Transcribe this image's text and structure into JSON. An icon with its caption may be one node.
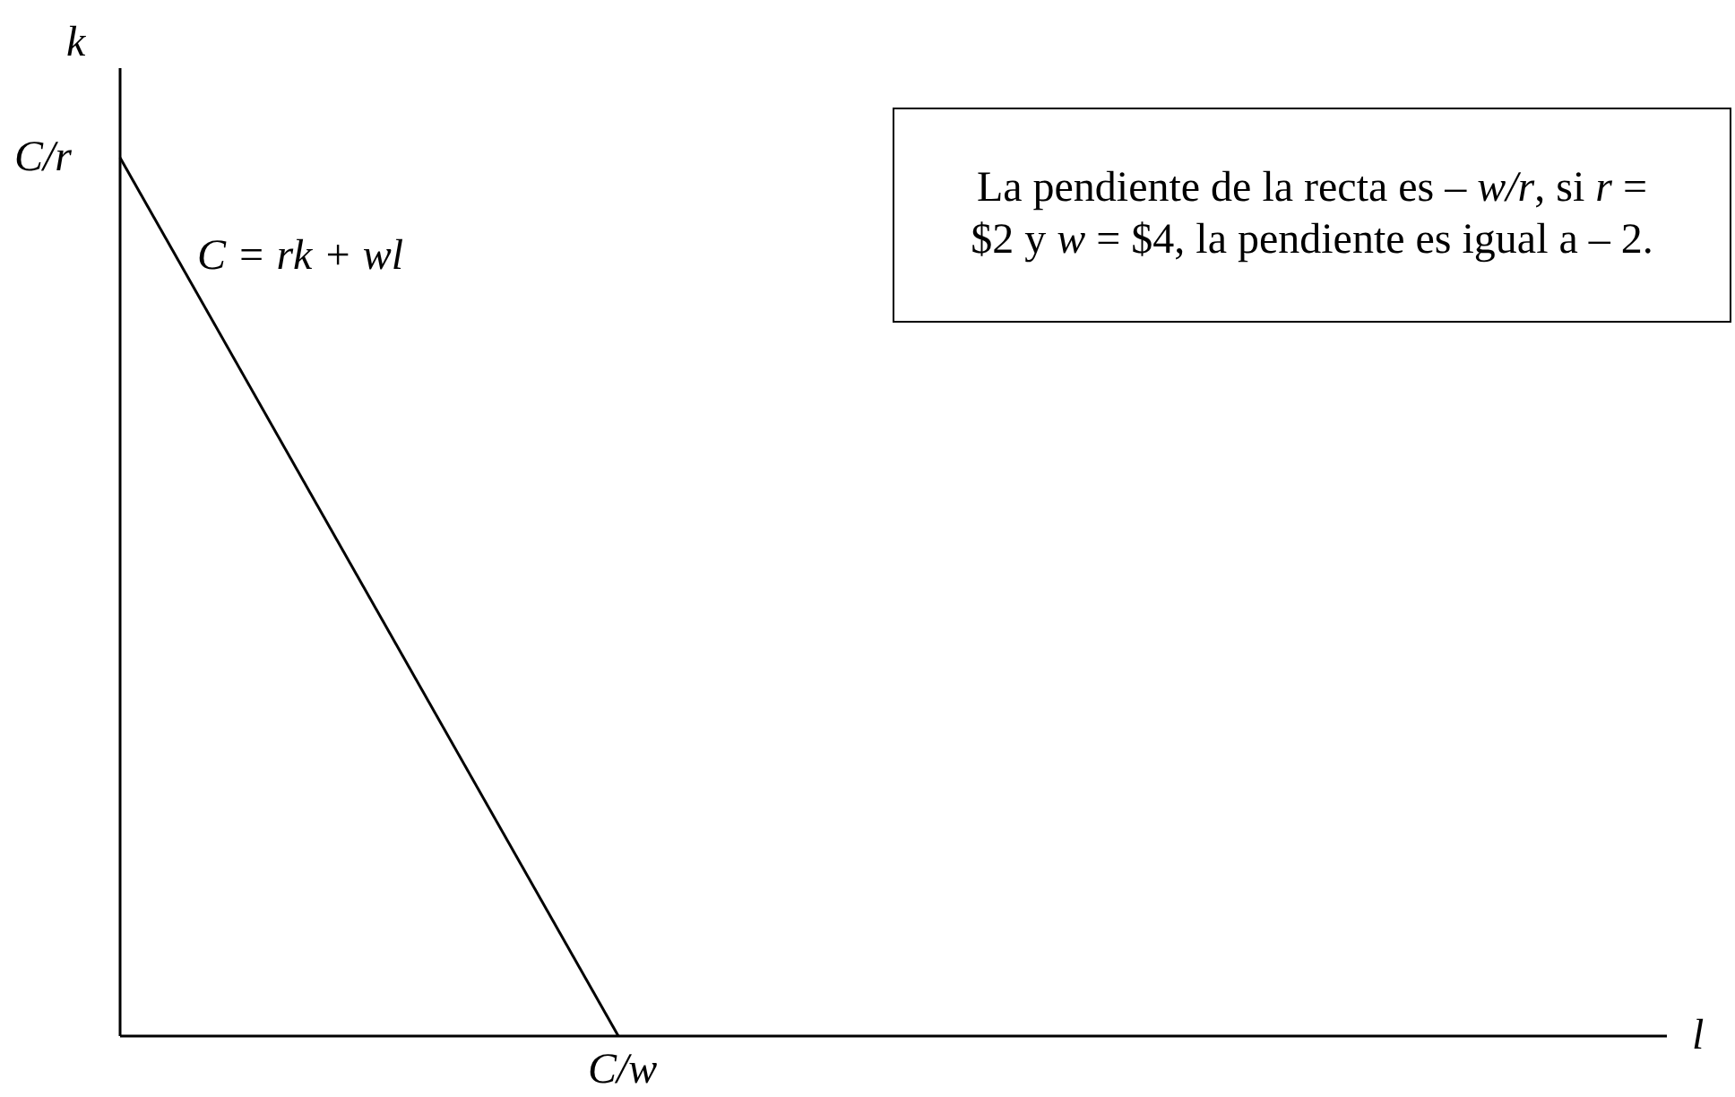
{
  "diagram": {
    "nodes": [
      {
        "text": [
          "La pendiente de la recta es – *w/r*, si *r* = $2 y *w* = $4, la pendiente es igual a – 2."
        ]
      }
    ],
    "edges": [],
    "labels": [
      "k",
      "C/r",
      "C = rk + wl",
      "C/w",
      "l"
    ]
  }
}
